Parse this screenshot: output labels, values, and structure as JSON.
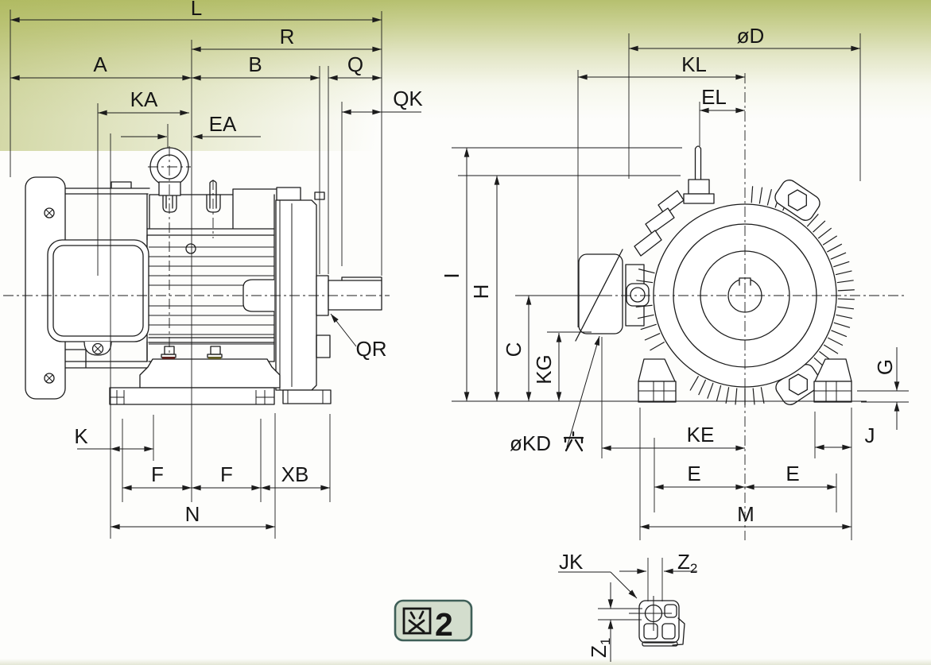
{
  "figure": {
    "badge_label": "図2",
    "badge_number": "2"
  },
  "drawing": {
    "description_labels": {
      "side_view_top": {
        "L": "L",
        "R": "R",
        "A": "A",
        "B": "B",
        "Q": "Q",
        "QK": "QK",
        "KA": "KA",
        "EA": "EA",
        "QR": "QR"
      },
      "side_view_bottom": {
        "K": "K",
        "F1": "F",
        "F2": "F",
        "XB": "XB",
        "N": "N"
      },
      "front_view_top": {
        "D": "øD",
        "KL": "KL",
        "EL": "EL"
      },
      "front_view_left": {
        "I": "I",
        "H": "H",
        "C": "C",
        "KG": "KG",
        "KD_hole": "øKD穴",
        "KD_hole_prefix": "øKD"
      },
      "front_view_bottom": {
        "KE": "KE",
        "J": "J",
        "E1": "E",
        "E2": "E",
        "M": "M",
        "G": "G"
      },
      "foot_detail": {
        "JK": "JK",
        "Z1": "Z₁",
        "Z1_base": "Z",
        "Z1_sub": "1",
        "Z2": "Z₂",
        "Z2_base": "Z",
        "Z2_sub": "2"
      }
    },
    "colors": {
      "line": "#1c1c1c",
      "seal_left": "#c8271c",
      "seal_right": "#d2c531",
      "badge_bg": "#d3ddcd",
      "badge_border": "#3f5f58",
      "top_tint": "#b6c06f"
    }
  }
}
